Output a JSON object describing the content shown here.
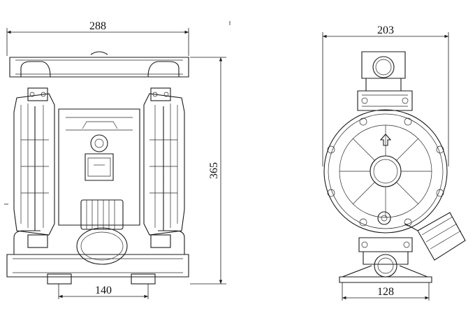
{
  "dimensions": {
    "front_width": "288",
    "front_height": "365",
    "front_port_spacing": "140",
    "side_width": "203",
    "side_base_width": "128"
  }
}
